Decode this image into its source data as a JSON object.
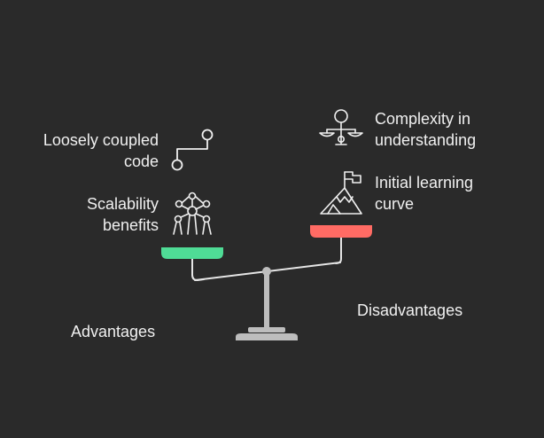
{
  "colors": {
    "background": "#2a2a2a",
    "advantages_pan": "#4fdc96",
    "disadvantages_pan": "#ff6b64",
    "beam": "#e6e6e6",
    "stand": "#bdbdbd",
    "text": "#f0f0f0"
  },
  "advantages": {
    "title": "Advantages",
    "items": [
      {
        "label": "Loosely coupled\ncode",
        "icon": "connection-path-icon"
      },
      {
        "label": "Scalability\nbenefits",
        "icon": "network-atom-icon"
      }
    ]
  },
  "disadvantages": {
    "title": "Disadvantages",
    "items": [
      {
        "label": "Complexity in\nunderstanding",
        "icon": "hierarchy-scale-icon"
      },
      {
        "label": "Initial learning\ncurve",
        "icon": "mountain-flag-icon"
      }
    ]
  }
}
